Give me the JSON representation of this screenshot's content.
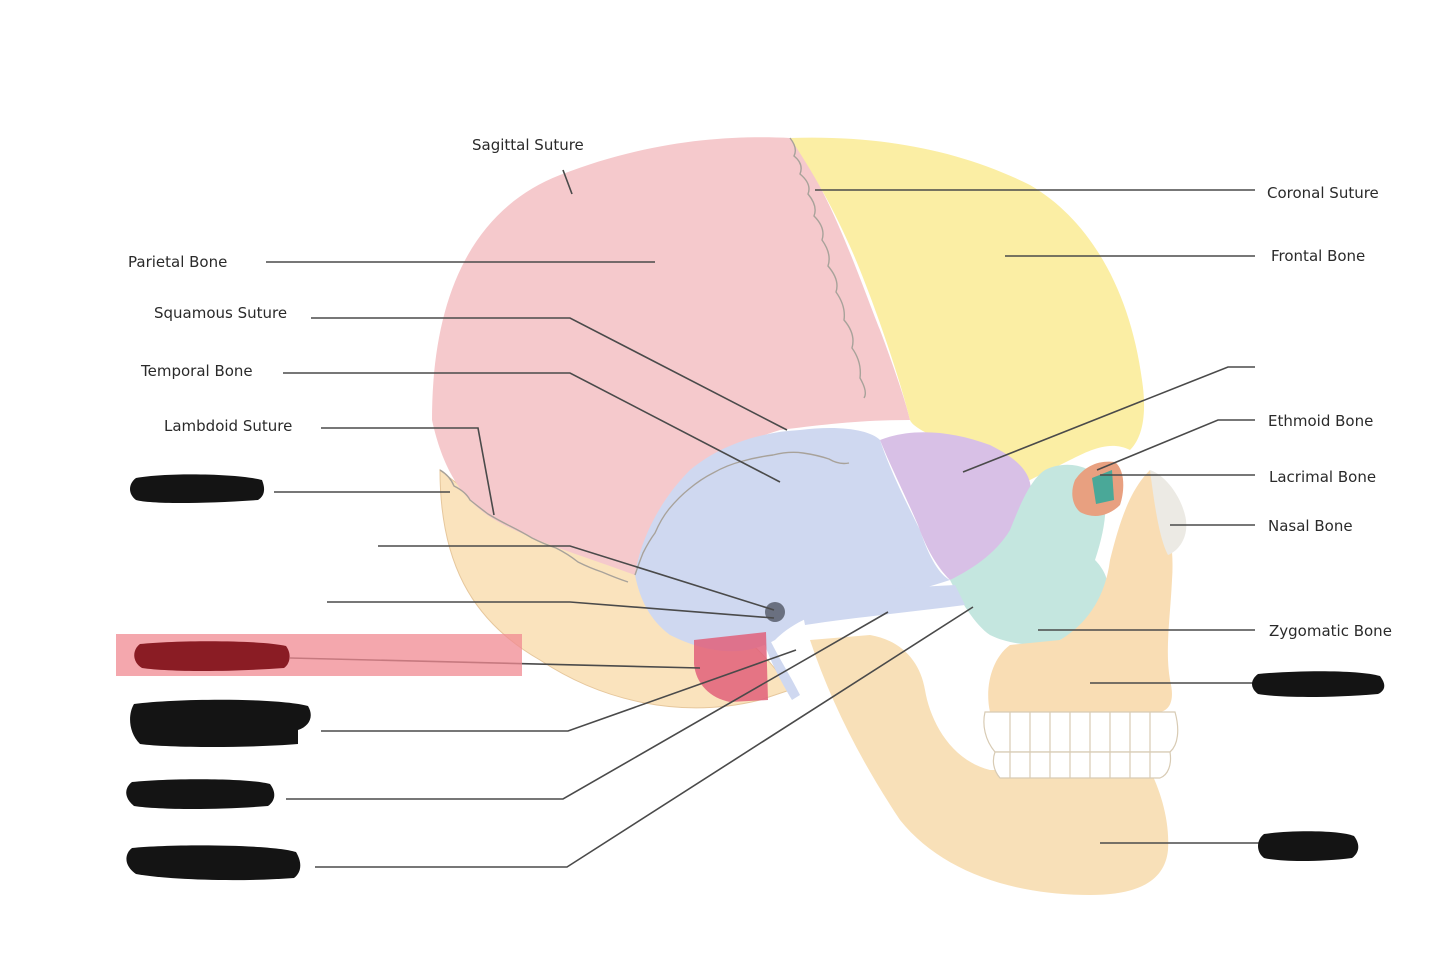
{
  "labels": {
    "sagittal_suture": "Sagittal Suture",
    "coronal_suture": "Coronal Suture",
    "parietal_bone": "Parietal Bone",
    "frontal_bone": "Frontal Bone",
    "squamous_suture": "Squamous Suture",
    "temporal_bone": "Temporal Bone",
    "lambdoid_suture": "Lambdoid Suture",
    "ethmoid_bone": "Ethmoid Bone",
    "lacrimal_bone": "Lacrimal Bone",
    "nasal_bone": "Nasal Bone",
    "zygomatic_bone": "Zygomatic Bone"
  },
  "colors": {
    "parietal": "#f5c9cc",
    "frontal": "#fbeea4",
    "temporal": "#cfd8f0",
    "sphenoid": "#d8c0e6",
    "zygomatic": "#c4e6df",
    "face": "#f9ddb4",
    "occipital": "#fae3bd",
    "highlight_box": "#f08a92",
    "highlight_region": "#e0607a",
    "redaction": "#141414"
  }
}
